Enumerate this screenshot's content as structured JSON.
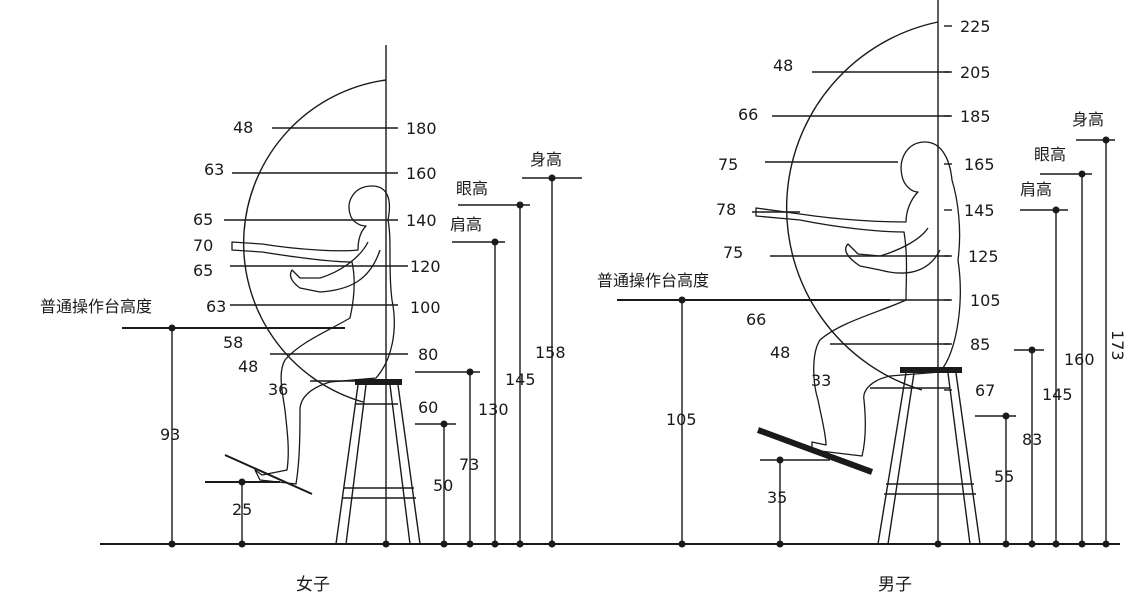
{
  "female": {
    "caption": "女子",
    "reach_labels": [
      "48",
      "63",
      "65",
      "70",
      "65",
      "63",
      "58",
      "48",
      "36"
    ],
    "scale_labels": [
      "180",
      "160",
      "140",
      "120",
      "100",
      "80",
      "60"
    ],
    "seat_height": "50",
    "seat_total": "73",
    "shoulder_label": "肩高",
    "shoulder_value": "130",
    "eye_label": "眼高",
    "eye_value": "145",
    "stature_label": "身高",
    "stature_value": "158",
    "table_label": "普通操作台高度",
    "table_value": "93",
    "footrest_value": "25"
  },
  "male": {
    "caption": "男子",
    "reach_labels": [
      "48",
      "66",
      "75",
      "78",
      "75",
      "66",
      "48",
      "33"
    ],
    "scale_labels": [
      "225",
      "205",
      "185",
      "165",
      "145",
      "125",
      "105",
      "85",
      "67"
    ],
    "seat_height": "55",
    "seat_total": "83",
    "shoulder_label": "肩高",
    "shoulder_value": "145",
    "eye_label": "眼高",
    "eye_value": "160",
    "stature_label": "身高",
    "stature_value": "173",
    "table_label": "普通操作台高度",
    "table_value": "105",
    "footrest_value": "35"
  }
}
